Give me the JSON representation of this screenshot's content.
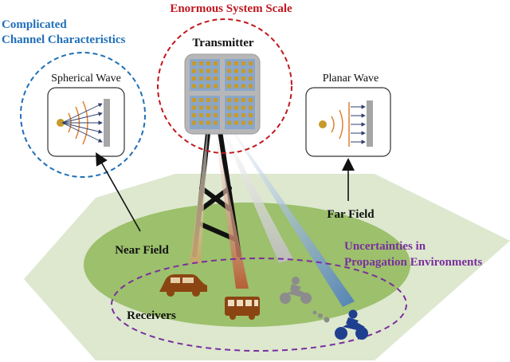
{
  "labels": {
    "system_scale": "Enormous System Scale",
    "channel_line1": "Complicated",
    "channel_line2": "Channel Characteristics",
    "transmitter": "Transmitter",
    "spherical_wave": "Spherical Wave",
    "planar_wave": "Planar Wave",
    "near_field": "Near Field",
    "far_field": "Far Field",
    "uncertainties_line1": "Uncertainties in",
    "uncertainties_line2": "Propagation Environments",
    "receivers": "Receivers"
  },
  "colors": {
    "system_scale": "#c0181f",
    "channel": "#1f6fb8",
    "uncertainties": "#7a2e9e",
    "hexagon": "#dde8cf",
    "near_field_region": "#9cc06b",
    "vehicles_brown": "#8b4513",
    "vehicles_blue": "#1f3f8f",
    "vehicles_gray": "#8c8c8c",
    "antenna_panel": "#b7b7b7",
    "antenna_patch": "#c79a2a",
    "antenna_tile": "#8aa6c9"
  },
  "icons": {
    "transmitter": "antenna-array-icon",
    "tower": "tower-icon",
    "car": "car-icon",
    "bus": "bus-icon",
    "motorcycle_gray": "motorcycle-icon",
    "motorcycle_blue": "motorcycle-icon",
    "source": "point-source-icon",
    "array": "receiver-array-icon"
  }
}
